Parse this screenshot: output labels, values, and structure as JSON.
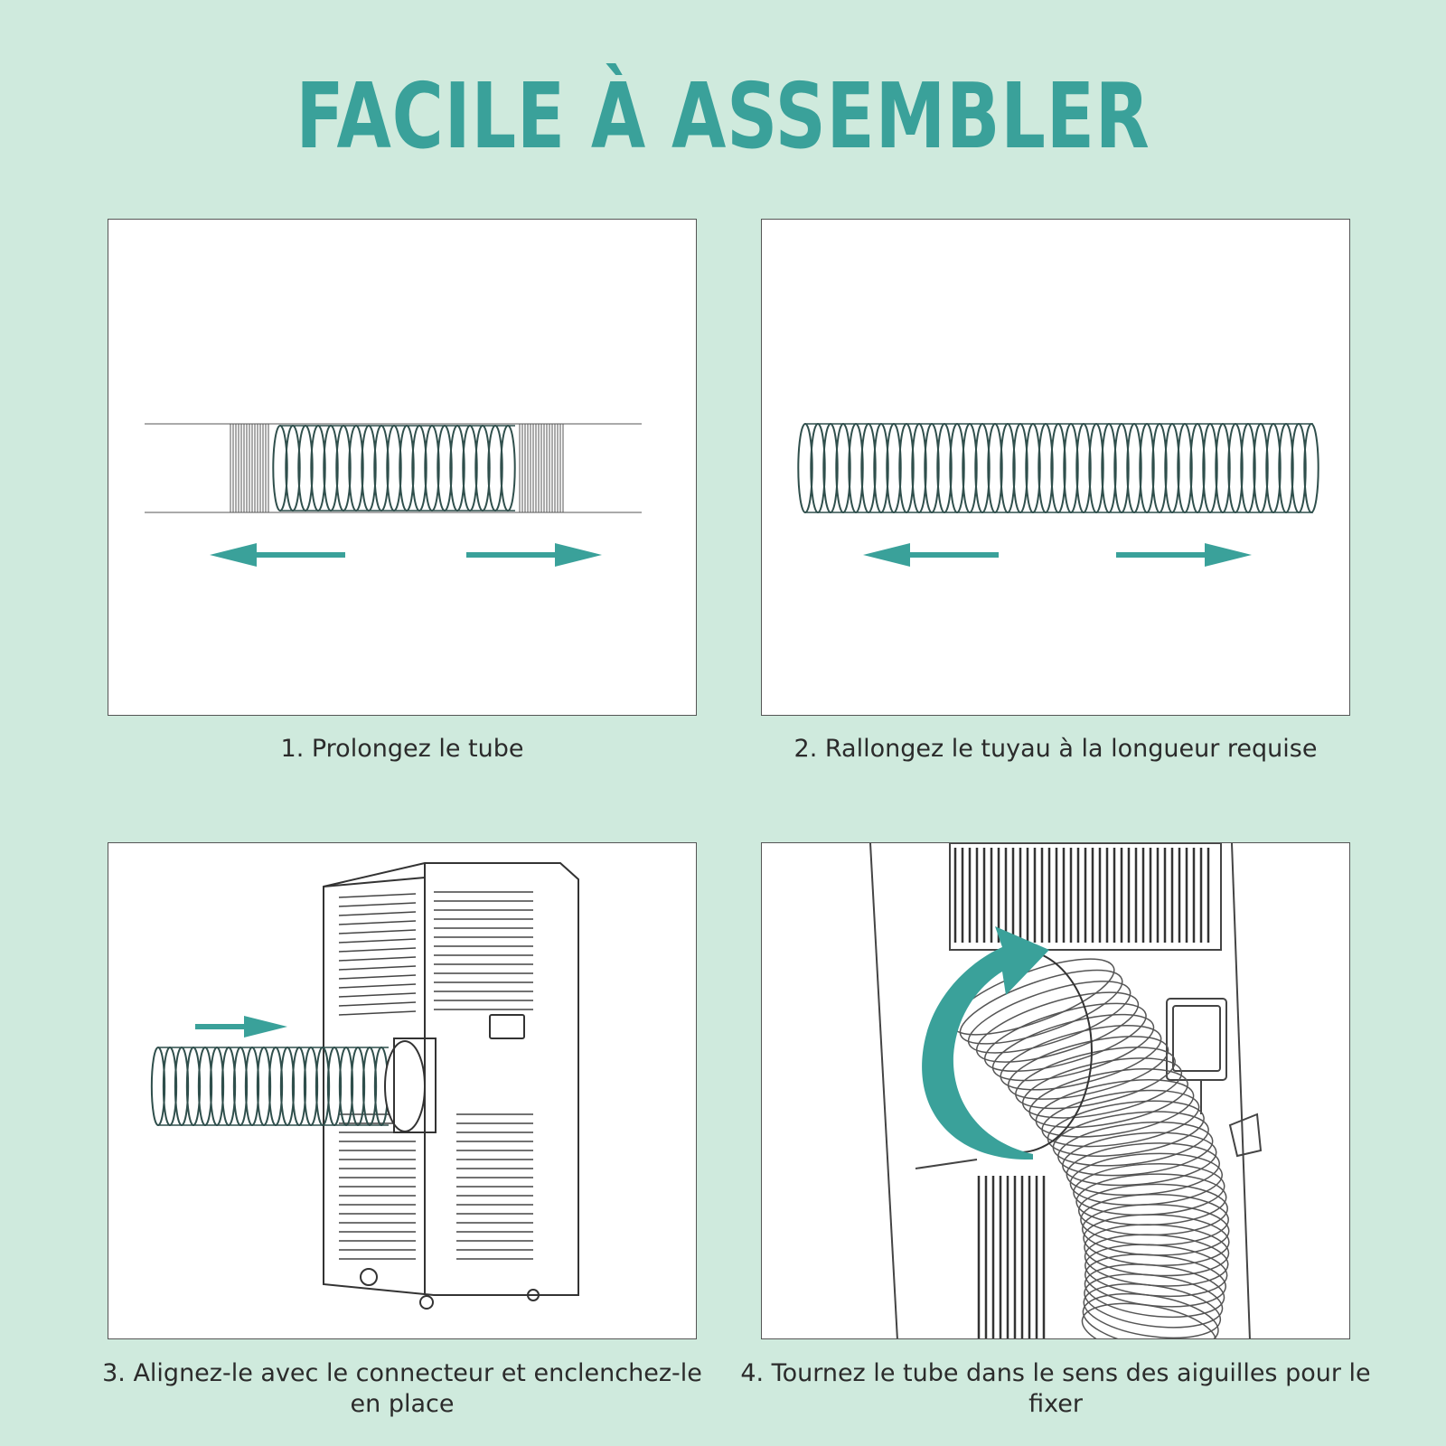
{
  "title": "FACILE À ASSEMBLER",
  "accent_color": "#3aa19a",
  "background_color": "#cfeadd",
  "steps": [
    {
      "caption": "1. Prolongez le tube",
      "icons": [
        "hose-icon",
        "arrow-left-icon",
        "arrow-right-icon"
      ]
    },
    {
      "caption": "2. Rallongez le tuyau à la longueur requise",
      "icons": [
        "hose-icon",
        "arrow-left-icon",
        "arrow-right-icon"
      ]
    },
    {
      "caption": "3. Alignez-le avec le connecteur et enclenchez-le en place",
      "icons": [
        "air-conditioner-icon",
        "hose-icon",
        "arrow-right-icon"
      ]
    },
    {
      "caption": "4. Tournez le tube dans le sens des aiguilles pour le fixer",
      "icons": [
        "hose-icon",
        "rotate-clockwise-arrow-icon"
      ]
    }
  ]
}
